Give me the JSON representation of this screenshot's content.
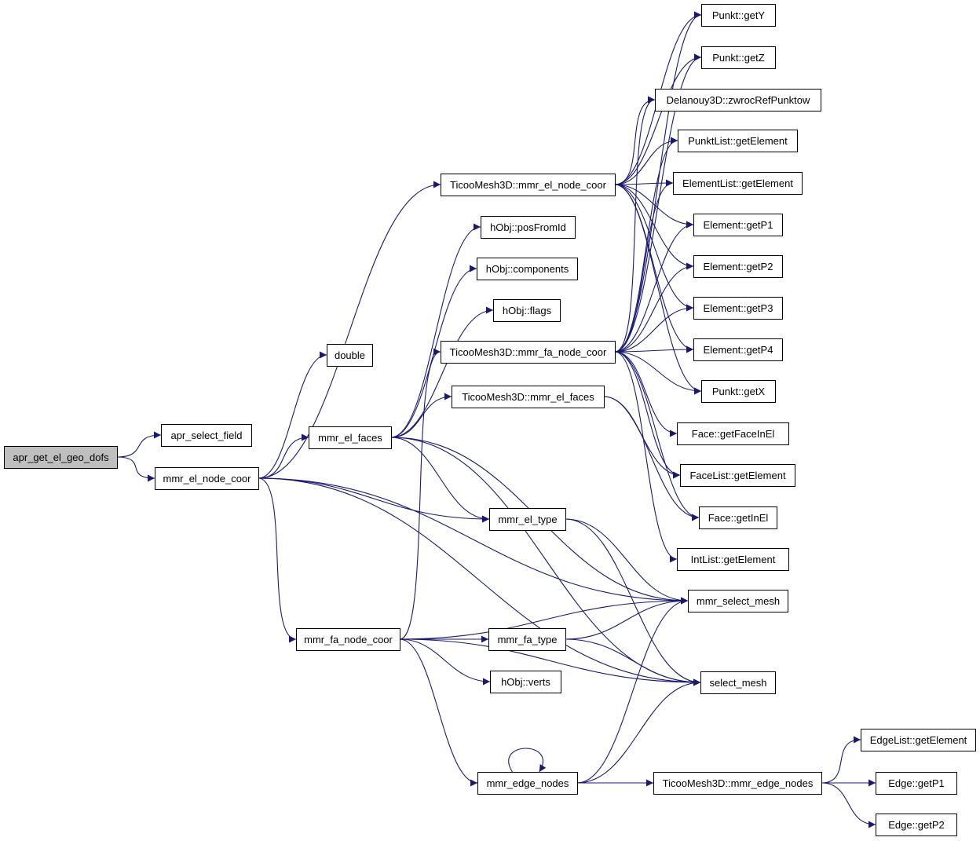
{
  "diagram": {
    "edge_color": "#191970",
    "root_fill": "#bfbfbf",
    "nodes": [
      {
        "id": "root",
        "label": "apr_get_el_geo_dofs"
      },
      {
        "id": "aprsel",
        "label": "apr_select_field"
      },
      {
        "id": "elnode",
        "label": "mmr_el_node_coor"
      },
      {
        "id": "double",
        "label": "double"
      },
      {
        "id": "elfaces",
        "label": "mmr_el_faces"
      },
      {
        "id": "tmelnode",
        "label": "TicooMesh3D::mmr_el_node_coor"
      },
      {
        "id": "posfromid",
        "label": "hObj::posFromId"
      },
      {
        "id": "components",
        "label": "hObj::components"
      },
      {
        "id": "flags",
        "label": "hObj::flags"
      },
      {
        "id": "tmfanode",
        "label": "TicooMesh3D::mmr_fa_node_coor"
      },
      {
        "id": "tmelfaces",
        "label": "TicooMesh3D::mmr_el_faces"
      },
      {
        "id": "eltype",
        "label": "mmr_el_type"
      },
      {
        "id": "fanode",
        "label": "mmr_fa_node_coor"
      },
      {
        "id": "fatype",
        "label": "mmr_fa_type"
      },
      {
        "id": "verts",
        "label": "hObj::verts"
      },
      {
        "id": "edgenodes",
        "label": "mmr_edge_nodes"
      },
      {
        "id": "tmedge",
        "label": "TicooMesh3D::mmr_edge_nodes"
      },
      {
        "id": "gety",
        "label": "Punkt::getY"
      },
      {
        "id": "getz",
        "label": "Punkt::getZ"
      },
      {
        "id": "delan",
        "label": "Delanouy3D::zwrocRefPunktow"
      },
      {
        "id": "pktlist",
        "label": "PunktList::getElement"
      },
      {
        "id": "ellist",
        "label": "ElementList::getElement"
      },
      {
        "id": "getp1",
        "label": "Element::getP1"
      },
      {
        "id": "getp2",
        "label": "Element::getP2"
      },
      {
        "id": "getp3",
        "label": "Element::getP3"
      },
      {
        "id": "getp4",
        "label": "Element::getP4"
      },
      {
        "id": "getx",
        "label": "Punkt::getX"
      },
      {
        "id": "getfaceinel",
        "label": "Face::getFaceInEl"
      },
      {
        "id": "facelist",
        "label": "FaceList::getElement"
      },
      {
        "id": "getinel",
        "label": "Face::getInEl"
      },
      {
        "id": "intlist",
        "label": "IntList::getElement"
      },
      {
        "id": "selmesh",
        "label": "mmr_select_mesh"
      },
      {
        "id": "selectmesh",
        "label": "select_mesh"
      },
      {
        "id": "edgelist",
        "label": "EdgeList::getElement"
      },
      {
        "id": "edgep1",
        "label": "Edge::getP1"
      },
      {
        "id": "edgep2",
        "label": "Edge::getP2"
      }
    ],
    "edges": [
      [
        "root",
        "aprsel"
      ],
      [
        "root",
        "elnode"
      ],
      [
        "elnode",
        "double"
      ],
      [
        "elnode",
        "elfaces"
      ],
      [
        "elnode",
        "tmelnode"
      ],
      [
        "elnode",
        "eltype"
      ],
      [
        "elnode",
        "fanode"
      ],
      [
        "elnode",
        "selmesh"
      ],
      [
        "elnode",
        "selectmesh"
      ],
      [
        "elfaces",
        "posfromid"
      ],
      [
        "elfaces",
        "components"
      ],
      [
        "elfaces",
        "flags"
      ],
      [
        "elfaces",
        "tmelfaces"
      ],
      [
        "elfaces",
        "eltype"
      ],
      [
        "elfaces",
        "selmesh"
      ],
      [
        "elfaces",
        "selectmesh"
      ],
      [
        "tmelnode",
        "gety"
      ],
      [
        "tmelnode",
        "getz"
      ],
      [
        "tmelnode",
        "delan"
      ],
      [
        "tmelnode",
        "pktlist"
      ],
      [
        "tmelnode",
        "ellist"
      ],
      [
        "tmelnode",
        "getp1"
      ],
      [
        "tmelnode",
        "getp2"
      ],
      [
        "tmelnode",
        "getp3"
      ],
      [
        "tmelnode",
        "getp4"
      ],
      [
        "tmelnode",
        "getx"
      ],
      [
        "tmfanode",
        "gety"
      ],
      [
        "tmfanode",
        "getz"
      ],
      [
        "tmfanode",
        "delan"
      ],
      [
        "tmfanode",
        "pktlist"
      ],
      [
        "tmfanode",
        "ellist"
      ],
      [
        "tmfanode",
        "getp1"
      ],
      [
        "tmfanode",
        "getp2"
      ],
      [
        "tmfanode",
        "getp3"
      ],
      [
        "tmfanode",
        "getp4"
      ],
      [
        "tmfanode",
        "getx"
      ],
      [
        "tmfanode",
        "getfaceinel"
      ],
      [
        "tmfanode",
        "facelist"
      ],
      [
        "tmfanode",
        "getinel"
      ],
      [
        "tmfanode",
        "intlist"
      ],
      [
        "tmelfaces",
        "facelist"
      ],
      [
        "tmelfaces",
        "getinel"
      ],
      [
        "eltype",
        "selmesh"
      ],
      [
        "eltype",
        "selectmesh"
      ],
      [
        "fanode",
        "tmfanode"
      ],
      [
        "fanode",
        "selmesh"
      ],
      [
        "fanode",
        "fatype"
      ],
      [
        "fanode",
        "verts"
      ],
      [
        "fanode",
        "selectmesh"
      ],
      [
        "fanode",
        "edgenodes"
      ],
      [
        "fatype",
        "selmesh"
      ],
      [
        "fatype",
        "selectmesh"
      ],
      [
        "edgenodes",
        "edgenodes"
      ],
      [
        "edgenodes",
        "selmesh"
      ],
      [
        "edgenodes",
        "selectmesh"
      ],
      [
        "edgenodes",
        "tmedge"
      ],
      [
        "tmedge",
        "edgelist"
      ],
      [
        "tmedge",
        "edgep1"
      ],
      [
        "tmedge",
        "edgep2"
      ]
    ]
  }
}
